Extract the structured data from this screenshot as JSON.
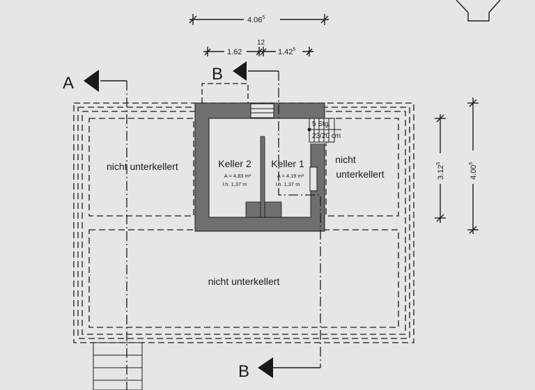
{
  "dimensions": {
    "overall_width": "4.06",
    "overall_width_sup": "5",
    "left_width": "1.62",
    "wall_gap": "12",
    "right_width": "1.42",
    "right_width_sup": "5",
    "inner_height": "3.12",
    "inner_height_sup": "5",
    "outer_height": "4.00",
    "outer_height_sup": "5"
  },
  "section_marks": {
    "a_top": "A",
    "b_top": "B",
    "b_bottom": "B"
  },
  "rooms": {
    "keller2": {
      "name": "Keller 2",
      "area": "A = 4,83 m²",
      "height": "l.h. 1,37 m"
    },
    "keller1": {
      "name": "Keller 1",
      "area": "A = 4,19 m²",
      "height": "l.h. 1,37 m"
    }
  },
  "stairs": {
    "line1": "5 Stg.",
    "line2": "23/20 cm"
  },
  "zones": {
    "left": "nicht unterkellert",
    "right_line1": "nicht",
    "right_line2": "unterkellert",
    "bottom": "nicht unterkellert"
  },
  "colors": {
    "wall": "#6f6f6f",
    "line": "#1a1a1a",
    "paper": "#e4e6e8"
  }
}
